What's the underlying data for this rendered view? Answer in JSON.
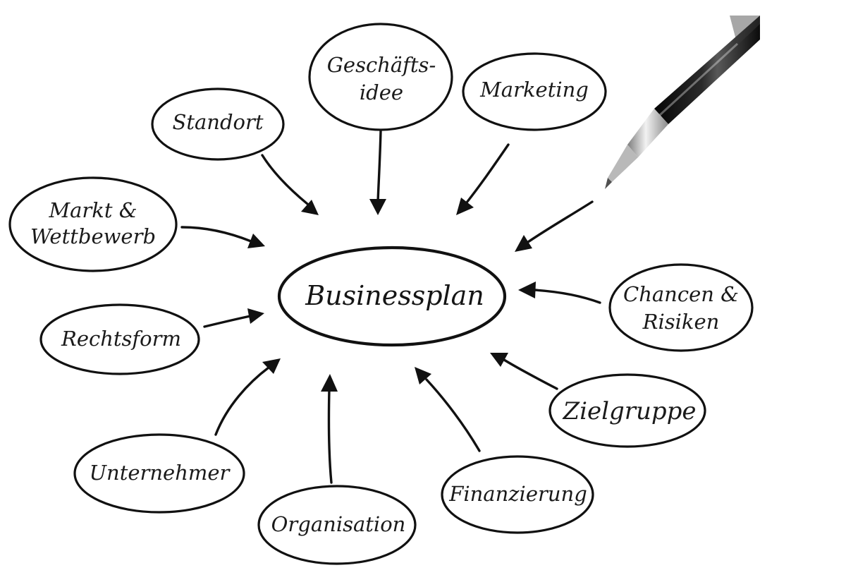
{
  "diagram": {
    "center": {
      "label": "Businessplan"
    },
    "nodes": {
      "geschaeftsidee": {
        "line1": "Geschäfts-",
        "line2": "idee"
      },
      "marketing": {
        "label": "Marketing"
      },
      "standort": {
        "label": "Standort"
      },
      "markt": {
        "line1": "Markt &",
        "line2": "Wettbewerb"
      },
      "rechtsform": {
        "label": "Rechtsform"
      },
      "unternehmer": {
        "label": "Unternehmer"
      },
      "organisation": {
        "label": "Organisation"
      },
      "finanzierung": {
        "label": "Finanzierung"
      },
      "zielgruppe": {
        "label": "Zielgruppe"
      },
      "chancen": {
        "line1": "Chancen &",
        "line2": "Risiken"
      }
    },
    "colors": {
      "ink": "#111111",
      "paper": "#ffffff",
      "pen_body": "#1b1b1b",
      "pen_metal": "#c9c9c9"
    },
    "icons": {
      "pen": "pen-icon"
    }
  }
}
